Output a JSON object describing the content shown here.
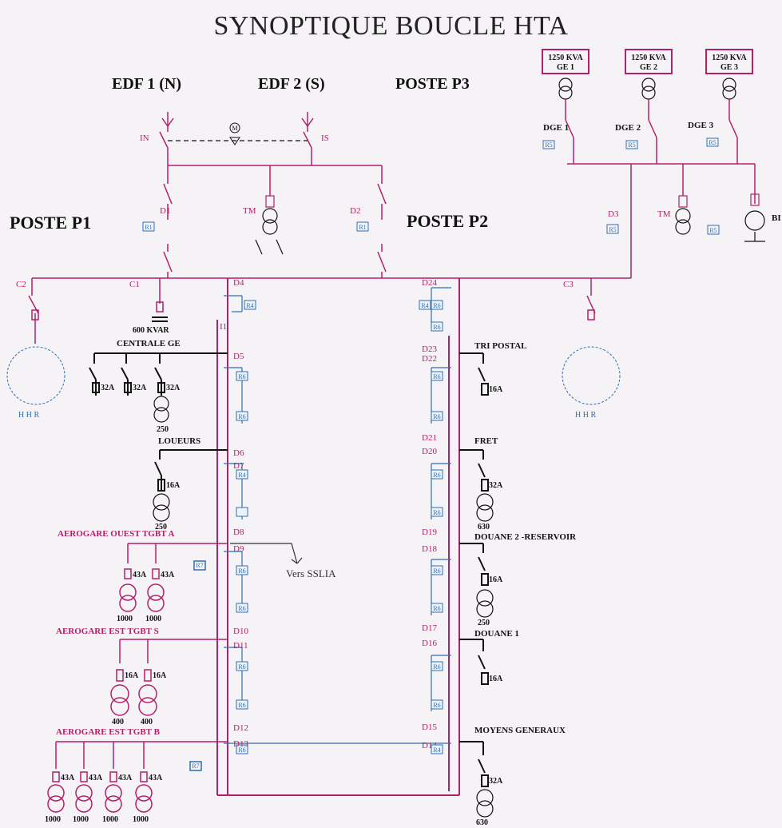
{
  "title": "SYNOPTIQUE BOUCLE HTA",
  "headers": {
    "edf1": "EDF 1 (N)",
    "edf2": "EDF 2 (S)",
    "poste_p3": "POSTE P3",
    "poste_p1": "POSTE P1",
    "poste_p2": "POSTE P2"
  },
  "generators": [
    {
      "line1": "1250 KVA",
      "line2": "GE 1",
      "breaker": "DGE 1"
    },
    {
      "line1": "1250 KVA",
      "line2": "GE 2",
      "breaker": "DGE 2"
    },
    {
      "line1": "1250 KVA",
      "line2": "GE 3",
      "breaker": "DGE 3"
    }
  ],
  "labels": {
    "in": "IN",
    "is": "IS",
    "d1": "D1",
    "d2": "D2",
    "d3": "D3",
    "tm": "TM",
    "tm2": "TM",
    "bi": "BI",
    "c1": "C1",
    "c2": "C2",
    "c3": "C3",
    "kvar": "600 KVAR",
    "i1": "I1",
    "m": "M",
    "r1": "R1",
    "r4": "R4",
    "r6": "R6",
    "r7": "R7",
    "r5": "R5"
  },
  "left_column": [
    "D4",
    "D5",
    "D6",
    "D7",
    "D8",
    "D9",
    "D10",
    "D11",
    "D12",
    "D13"
  ],
  "right_column": [
    "D24",
    "D23",
    "D22",
    "D21",
    "D20",
    "D19",
    "D18",
    "D17",
    "D16",
    "D15",
    "D14"
  ],
  "sections": {
    "centrale_ge": "CENTRALE GE",
    "loueurs": "LOUEURS",
    "aero_ouest": "AEROGARE OUEST TGBT A",
    "aero_est_s": "AEROGARE EST TGBT S",
    "aero_est_b": "AEROGARE EST TGBT B",
    "tri_postal": "TRI POSTAL",
    "fret": "FRET",
    "douane2": "DOUANE 2 -RESERVOIR",
    "douane1": "DOUANE 1",
    "moyens": "MOYENS GENERAUX",
    "vers": "Vers SSLIA",
    "lowleft": "H H R",
    "lowright": "H H R"
  },
  "ratings": {
    "a32": "32A",
    "a16": "16A",
    "a43": "43A"
  },
  "values": {
    "v250": "250",
    "v630": "630",
    "v1000": "1000",
    "v400": "400"
  },
  "colors": {
    "magenta": "#b3206a",
    "blue": "#2f6fb0",
    "black": "#111111"
  }
}
